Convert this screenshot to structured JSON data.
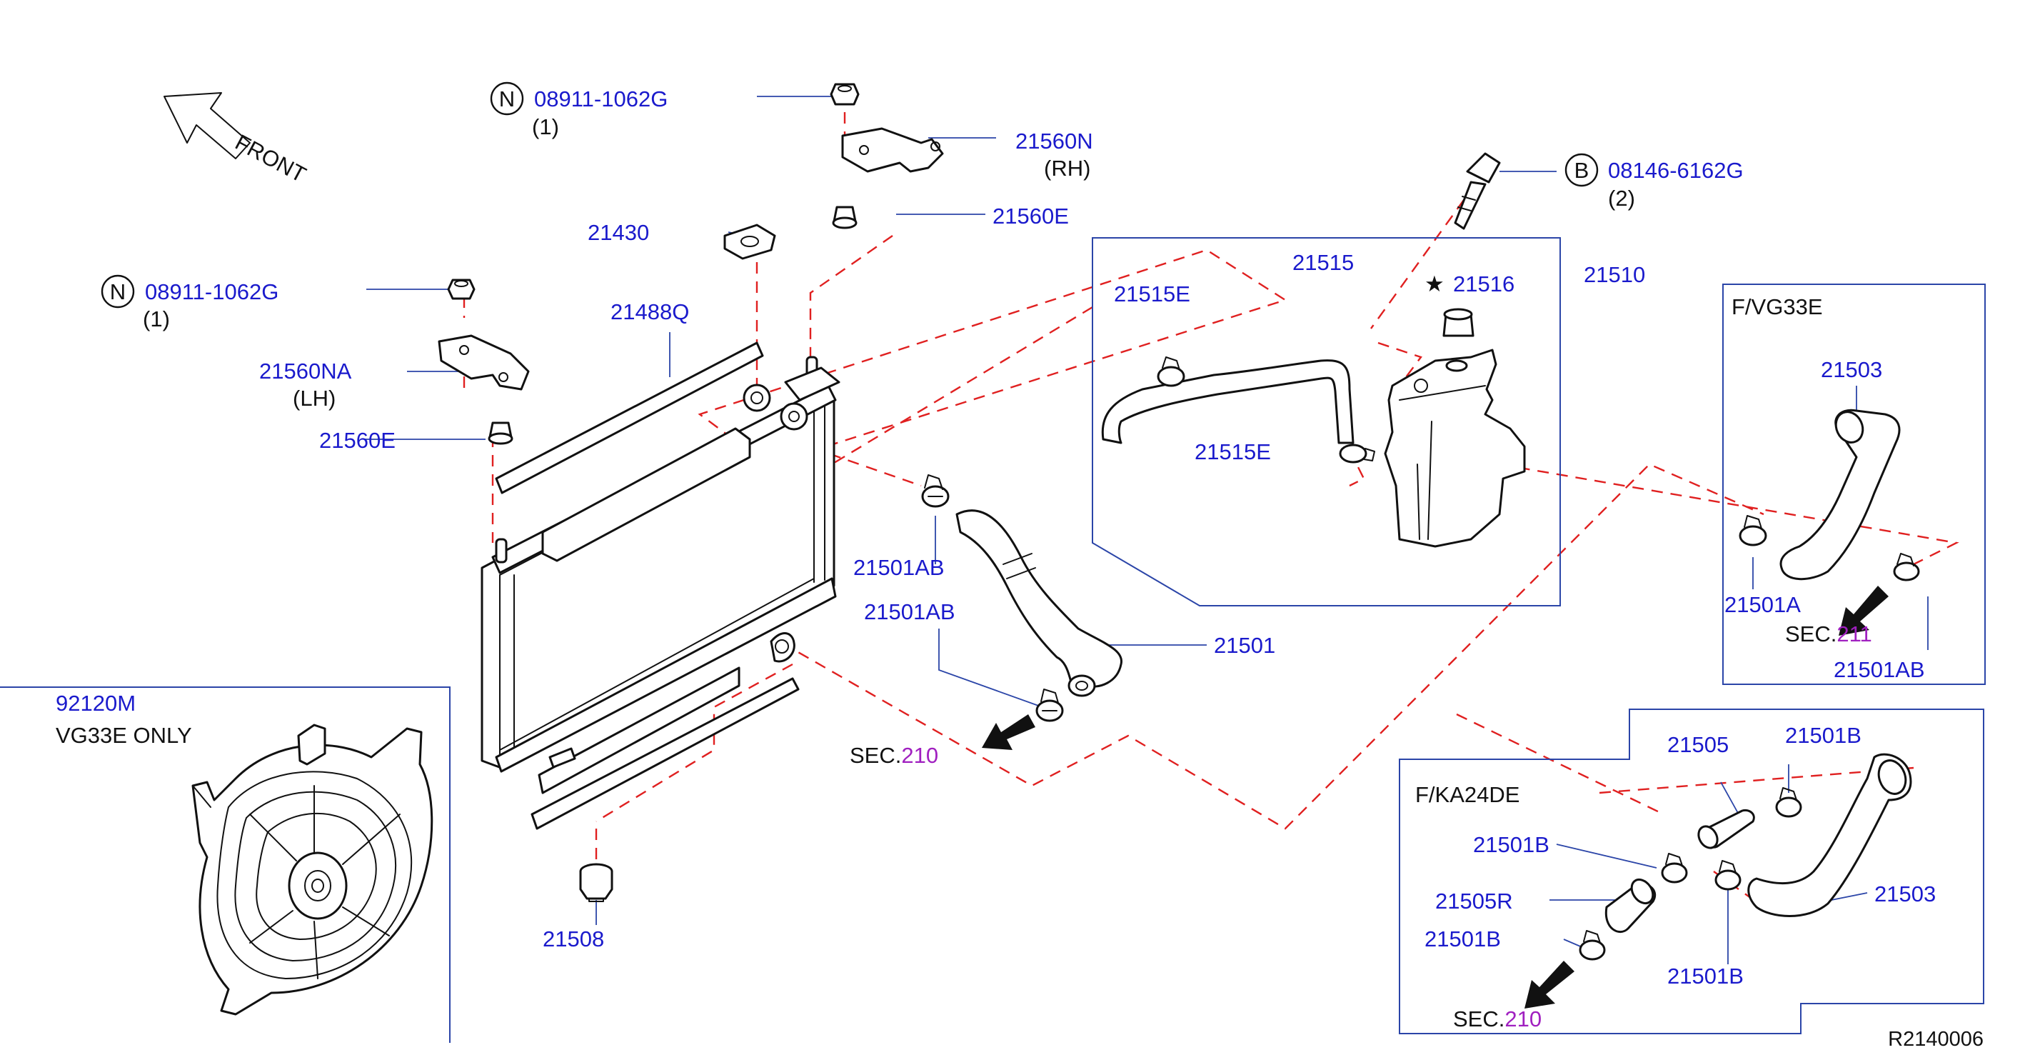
{
  "diagram_id": "R2140006",
  "front_label": "FRONT",
  "boxes": {
    "vg33e": "F/VG33E",
    "ka24de": "F/KA24DE",
    "fan_part": "92120M",
    "fan_note": "VG33E   ONLY"
  },
  "prefix_n": "N",
  "prefix_b": "B",
  "star": "★",
  "sec_prefix": "SEC.",
  "sec_210": "210",
  "sec_211": "211",
  "labels": {
    "nut_top_part": "08911-1062G",
    "nut_top_qty": "(1)",
    "nut_left_part": "08911-1062G",
    "nut_left_qty": "(1)",
    "bracket_rh": "21560N",
    "bracket_rh_side": "(RH)",
    "bushing_top": "21560E",
    "cap": "21430",
    "seal": "21488Q",
    "bracket_lh": "21560NA",
    "bracket_lh_side": "(LH)",
    "bushing_left": "21560E",
    "bolt_part": "08146-6162G",
    "bolt_qty": "(2)",
    "tank_hose": "21515",
    "tank_assy": "21510",
    "tank_clamp_top": "21515E",
    "tank_cap": "21516",
    "tank_clamp_low": "21515E",
    "clamp_upper": "21501AB",
    "clamp_lower": "21501AB",
    "hose_upper": "21501",
    "mount_bottom": "21508",
    "vg_hose": "21503",
    "vg_clamp_a": "21501A",
    "vg_clamp_ab": "21501AB",
    "ka_pipe": "21505",
    "ka_clamp_top": "21501B",
    "ka_clamp_mid": "21501B",
    "ka_pipe_r": "21505R",
    "ka_clamp_low": "21501B",
    "ka_hose": "21503",
    "ka_clamp_right": "21501B"
  }
}
